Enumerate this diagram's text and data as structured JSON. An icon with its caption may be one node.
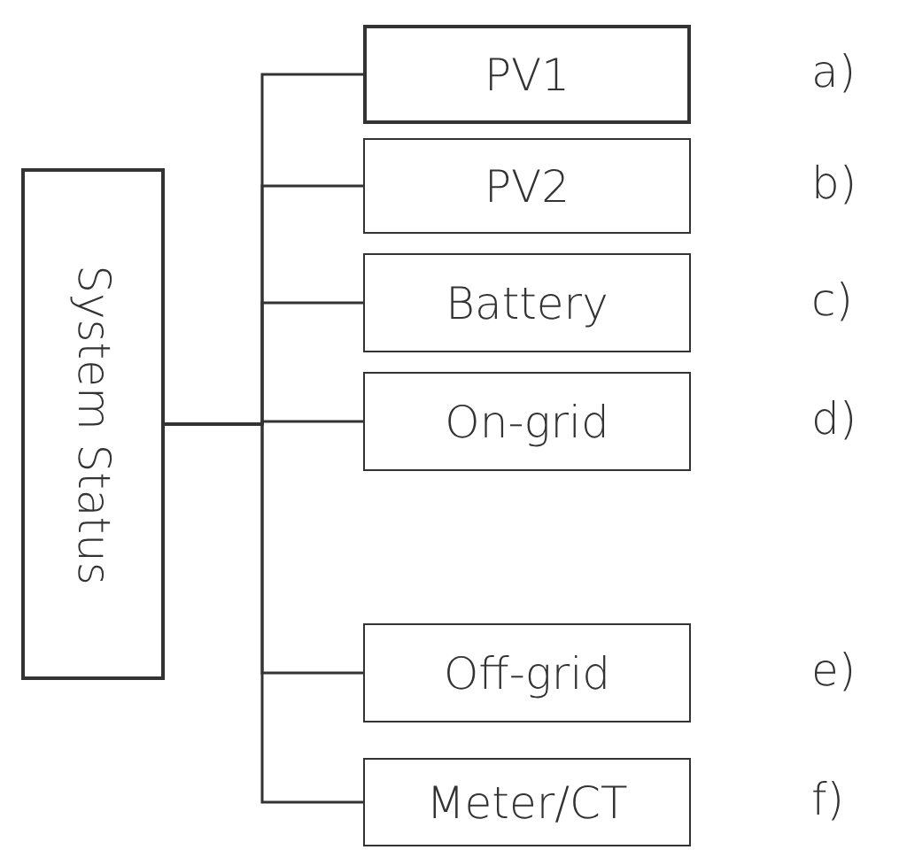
{
  "diagram": {
    "nodes": [
      {
        "text": [
          "System Status"
        ]
      },
      {
        "text": [
          "PV1"
        ],
        "beside": [
          "a)"
        ]
      },
      {
        "text": [
          "PV2"
        ],
        "beside": [
          "b)"
        ]
      },
      {
        "text": [
          "Battery"
        ],
        "beside": [
          "c)"
        ]
      },
      {
        "text": [
          "On-grid"
        ],
        "beside": [
          "d)"
        ]
      },
      {
        "text": [
          "Off-grid"
        ],
        "beside": [
          "e)"
        ]
      },
      {
        "text": [
          "Meter/CT"
        ],
        "beside": [
          "f)"
        ]
      }
    ],
    "edges": [
      {
        "from": 0,
        "to": 1,
        "arrow": "none"
      },
      {
        "from": 0,
        "to": 2,
        "arrow": "none"
      },
      {
        "from": 0,
        "to": 3,
        "arrow": "none"
      },
      {
        "from": 0,
        "to": 4,
        "arrow": "none"
      },
      {
        "from": 0,
        "to": 5,
        "arrow": "none"
      },
      {
        "from": 0,
        "to": 6,
        "arrow": "none"
      }
    ]
  }
}
